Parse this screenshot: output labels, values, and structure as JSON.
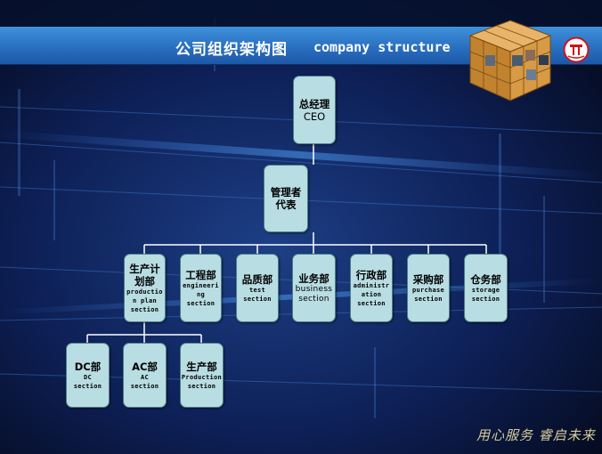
{
  "header": {
    "title": "公司组织架构图",
    "subtitle": "company structure"
  },
  "org": {
    "ceo": {
      "cn": "总经理",
      "en": "CEO"
    },
    "rep": {
      "cn_1": "管理者",
      "cn_2": "代表"
    },
    "departments": [
      {
        "cn_1": "生产计",
        "cn_2": "划部",
        "en_1": "productio",
        "en_2": "n plan",
        "en_3": "section"
      },
      {
        "cn_1": "工程部",
        "en_1": "engineeri",
        "en_2": "ng",
        "en_3": "section"
      },
      {
        "cn_1": "品质部",
        "en_1": "test",
        "en_2": "section"
      },
      {
        "cn_1": "业务部",
        "en_1": "business",
        "en_2": "section"
      },
      {
        "cn_1": "行政部",
        "en_1": "administr",
        "en_2": "ation",
        "en_3": "section"
      },
      {
        "cn_1": "采购部",
        "en_1": "purchase",
        "en_2": "section"
      },
      {
        "cn_1": "仓务部",
        "en_1": "storage",
        "en_2": "section"
      }
    ],
    "sub_sections": [
      {
        "cn": "DC部",
        "en_1": "DC",
        "en_2": "section"
      },
      {
        "cn": "AC部",
        "en_1": "AC",
        "en_2": "section"
      },
      {
        "cn": "生产部",
        "en_1": "Production",
        "en_2": "section"
      }
    ]
  },
  "footer": {
    "slogan": "用心服务 睿启未来"
  },
  "colors": {
    "banner": "#2a6fc0",
    "box_fill": "#b8dde2",
    "connector": "#ffffff",
    "background": "#05091c"
  }
}
